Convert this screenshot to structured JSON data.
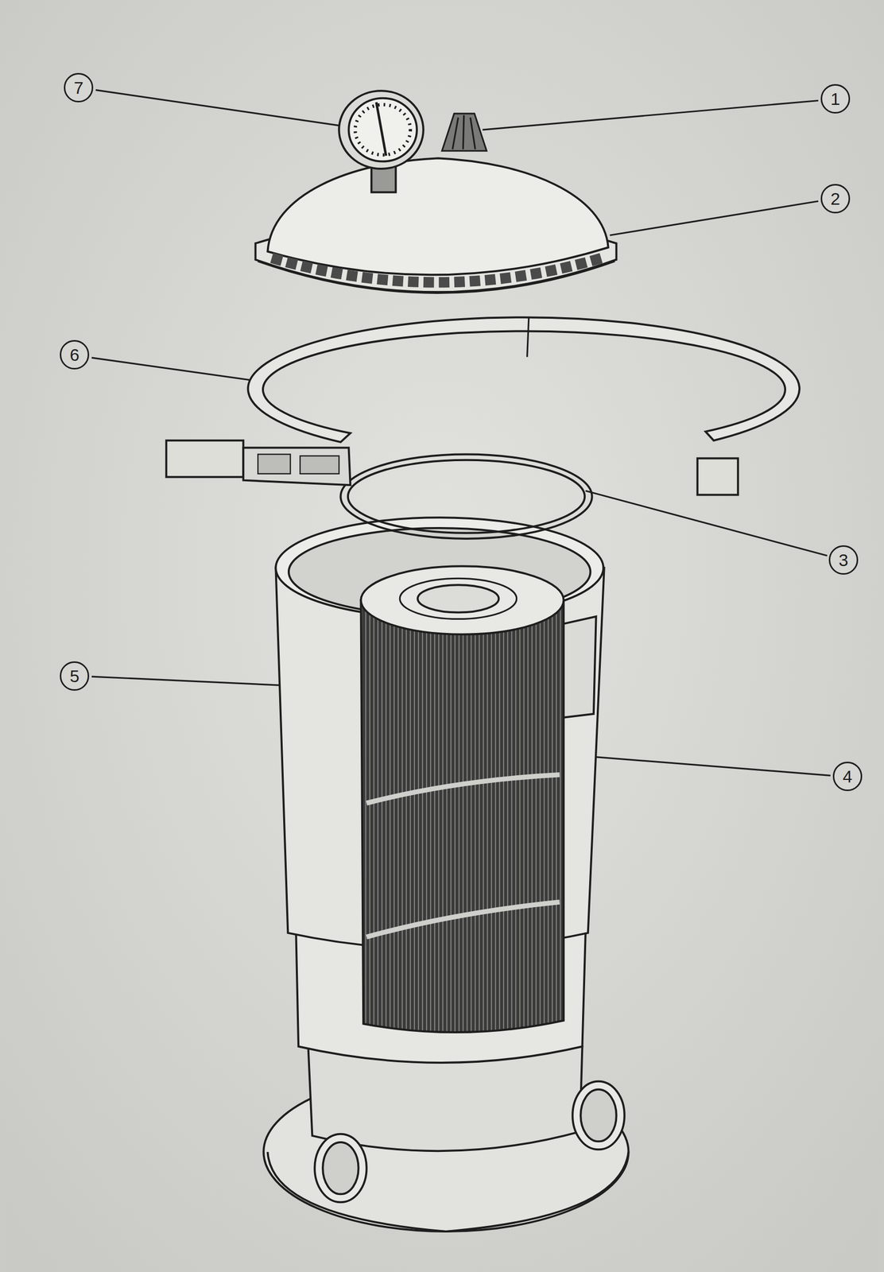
{
  "diagram": {
    "labels": [
      "7",
      "1",
      "2",
      "6",
      "3",
      "5",
      "4"
    ]
  }
}
